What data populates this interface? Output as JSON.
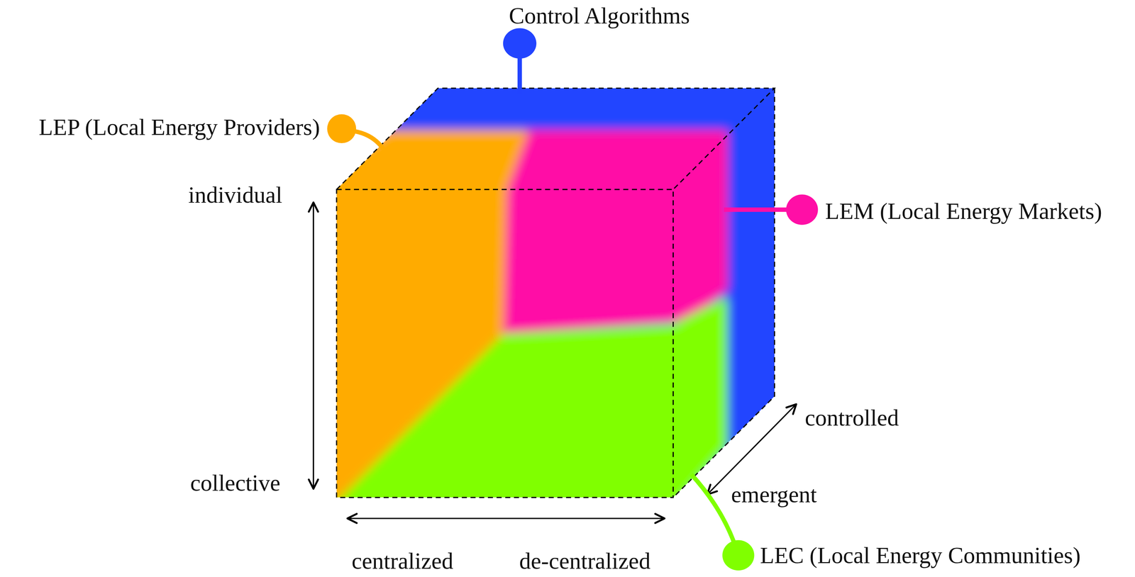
{
  "diagram": {
    "labels": [
      "Control Algorithms",
      "LEP (Local Energy Providers)",
      "individual",
      "LEM (Local Energy Markets)",
      "controlled",
      "collective",
      "emergent",
      "centralized",
      "de-centralized",
      "LEC (Local Energy Communities)"
    ]
  }
}
